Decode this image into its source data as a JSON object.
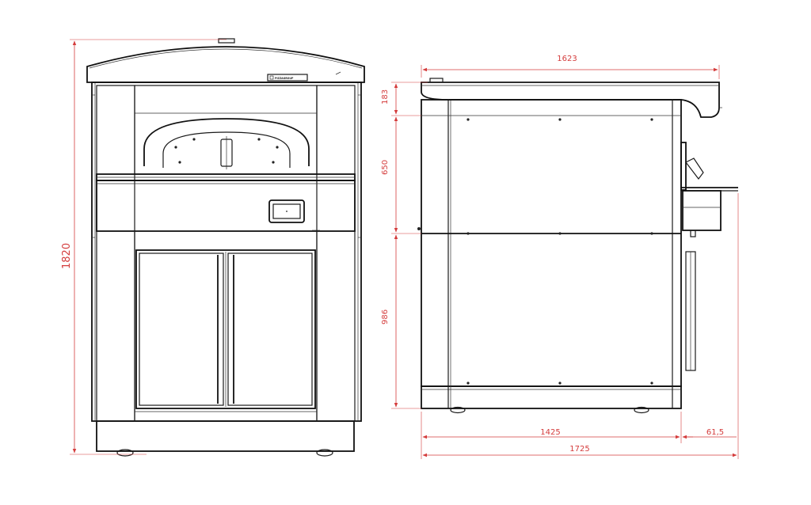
{
  "front_view": {
    "height_dimension": "1820",
    "brand_plate": "PIZZAGROUP"
  },
  "side_view": {
    "top_width_dimension": "1623",
    "top_section_dimension": "183",
    "middle_section_dimension": "650",
    "lower_section_dimension": "986",
    "body_depth_dimension": "1425",
    "shelf_overhang_dimension": "61,5",
    "total_depth_dimension": "1725"
  },
  "colors": {
    "outline": "#1a1a1a",
    "dimension": "#d43c3c"
  }
}
